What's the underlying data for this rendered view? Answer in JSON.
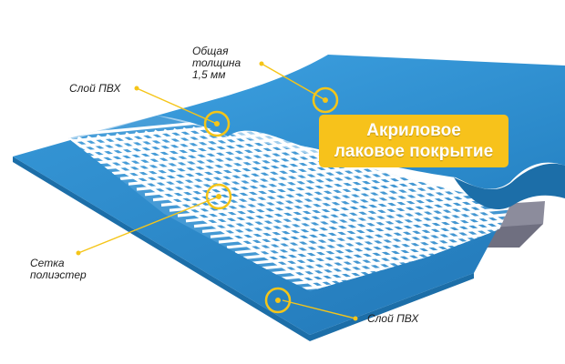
{
  "labels": {
    "total_thickness": [
      "Общая",
      "толщина",
      "1,5 мм"
    ],
    "pvc_layer_top": "Слой ПВХ",
    "mesh": [
      "Сетка",
      "полиэстер"
    ],
    "pvc_layer_bottom": "Слой ПВХ"
  },
  "badge": [
    "Акриловое",
    "лаковое покрытие"
  ],
  "colors": {
    "pvc_blue": "#2b8fd0",
    "pvc_edge": "#1c6ea8",
    "mesh_white": "#ffffff",
    "underside": "#8a8a9a",
    "callout": "#f5c518"
  }
}
